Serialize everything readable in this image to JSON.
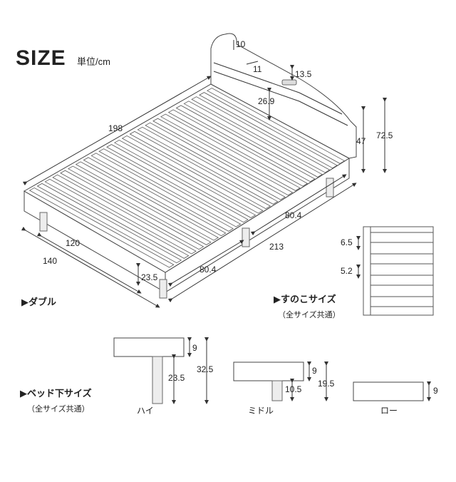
{
  "title": "SIZE",
  "unit": "単位/cm",
  "bed": {
    "length": "198",
    "width_outer": "140",
    "width_inner": "120",
    "headboard_top": "10",
    "shelf_depth": "11",
    "shelf_height": "13.5",
    "shelf_gap": "26.9",
    "headboard_mid": "47",
    "headboard_total": "72.5",
    "half_length_right": "80.4",
    "half_length_left": "80.4",
    "side_length": "213",
    "leg_height": "23.5"
  },
  "labels": {
    "double": "ダブル",
    "slats": "すのこサイズ",
    "slats_sub": "（全サイズ共通）",
    "under": "ベッド下サイズ",
    "under_sub": "（全サイズ共通）"
  },
  "slats": {
    "width": "6.5",
    "gap": "5.2"
  },
  "heights": {
    "high": {
      "name": "ハイ",
      "frame": "9",
      "clearance": "23.5",
      "total": "32.5"
    },
    "middle": {
      "name": "ミドル",
      "frame": "9",
      "clearance": "10.5",
      "total": "19.5"
    },
    "low": {
      "name": "ロー",
      "frame": "9"
    }
  }
}
